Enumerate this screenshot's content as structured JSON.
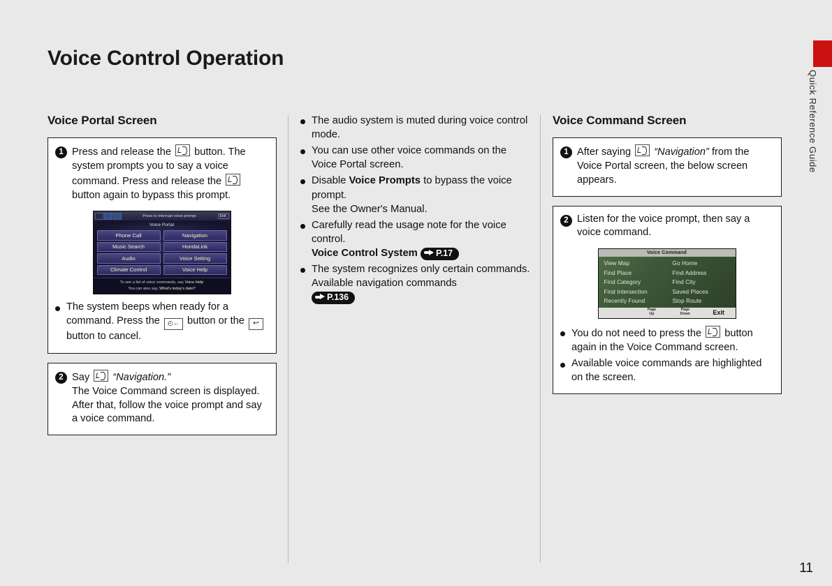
{
  "page": {
    "title": "Voice Control Operation",
    "number": "11",
    "side_tab_label": "Quick Reference Guide",
    "side_tab_color": "#cc1111",
    "background_color": "#e9e9e9"
  },
  "column1": {
    "heading": "Voice Portal Screen",
    "step1": {
      "number": "1",
      "line1_a": "Press and release the",
      "line1_icon": "talk-button-icon",
      "line1_b": "button.",
      "line2": "The system prompts you to say a voice command. Press and release the",
      "line2_icon": "talk-button-icon",
      "line3": "button again to bypass this prompt."
    },
    "nav_screenshot": {
      "name": "voice-portal-screen-image",
      "top_prompt": "Press    to interrupt voice prompt",
      "top_exit": "Exit",
      "title": "Voice Portal",
      "buttons": [
        [
          "Phone Call",
          "Navigation"
        ],
        [
          "Music Search",
          "HondaLink"
        ],
        [
          "Audio",
          "Voice Setting"
        ],
        [
          "Climate Control",
          "Voice Help"
        ]
      ],
      "footer_line1_pre": "To see a list of voice commands, say ",
      "footer_line1_hl": "Voice Help",
      "footer_line2_pre": "You can also say, ",
      "footer_line2_hl": "What's today's date?"
    },
    "bullet1": {
      "text_a": "The system beeps when ready for a command. Press the",
      "icon_a": "hangup-button-icon",
      "text_b": "button or the",
      "icon_b": "back-button-icon",
      "text_c": "button to cancel."
    },
    "step2": {
      "number": "2",
      "line1_a": "Say",
      "line1_icon": "talk-button-icon",
      "line1_quote": "“Navigation.”",
      "line2": "The Voice Command screen is displayed.",
      "line3": "After that, follow the voice prompt and say a voice command."
    }
  },
  "column2": {
    "bullets": [
      {
        "text": "The audio system is muted during voice control mode."
      },
      {
        "text": "You can use other voice commands on the Voice Portal screen."
      },
      {
        "pre": "Disable ",
        "bold": "Voice Prompts",
        "post": " to bypass the voice prompt.",
        "sub": "See the Owner's Manual."
      },
      {
        "text": "Carefully read the usage note for the voice control.",
        "ref_label": "Voice Control System",
        "ref_page": "P.17"
      },
      {
        "text": "The system recognizes only certain commands.",
        "sub": "Available navigation commands",
        "ref_page_standalone": "P.136"
      }
    ]
  },
  "column3": {
    "heading": "Voice Command Screen",
    "step1": {
      "number": "1",
      "line1_a": "After saying",
      "line1_icon": "talk-button-icon",
      "line1_quote": "“Navigation”",
      "line1_b": "from the Voice Portal screen, the below screen appears."
    },
    "step2": {
      "number": "2",
      "line1": "Listen for the voice prompt, then say a voice command."
    },
    "vc_screenshot": {
      "name": "voice-command-screen-image",
      "title": "Voice Command",
      "rows": [
        [
          "View Map",
          "Go Home"
        ],
        [
          "Find Place",
          "Find Address"
        ],
        [
          "Find Category",
          "Find City"
        ],
        [
          "Find Intersection",
          "Saved Places"
        ],
        [
          "Recently Found",
          "Stop Route"
        ]
      ],
      "bottom": {
        "page_up_l1": "Page",
        "page_up_l2": "Up",
        "page_down_l1": "Page",
        "page_down_l2": "Down",
        "exit": "Exit"
      }
    },
    "bullets": [
      {
        "text_a": "You do not need to press the",
        "icon": "talk-button-icon",
        "text_b": "button again in the Voice Command screen."
      },
      {
        "text": "Available voice commands are highlighted on the screen."
      }
    ]
  }
}
